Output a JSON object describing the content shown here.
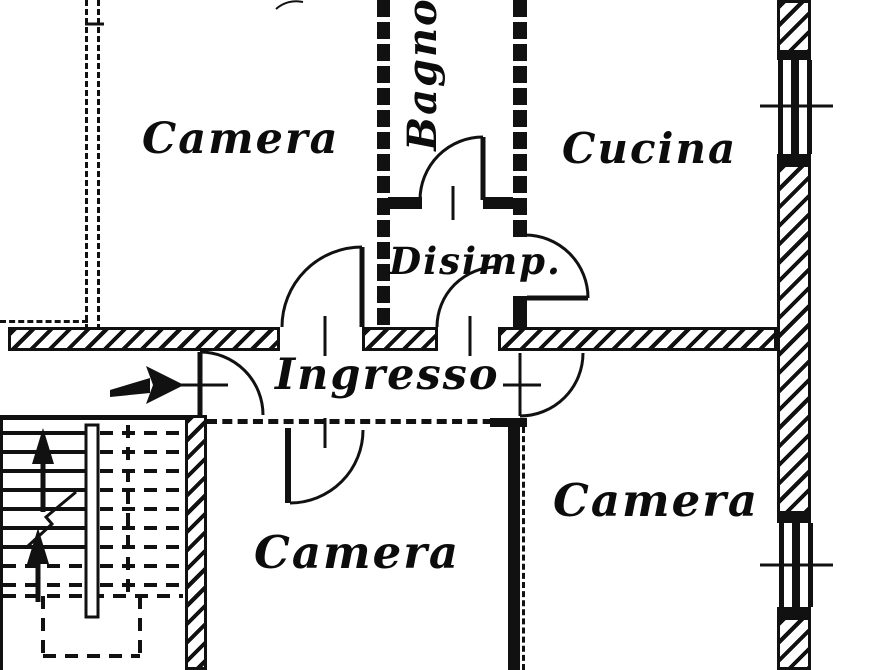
{
  "plan": {
    "type": "apartment-floor-plan",
    "language": "Italian",
    "ink_color": "#111111",
    "background_color": "#ffffff",
    "rooms": [
      {
        "label": "Camera",
        "position": "top-left"
      },
      {
        "label": "Bagno",
        "position": "top-middle",
        "orientation": "vertical"
      },
      {
        "label": "Cucina",
        "position": "top-right"
      },
      {
        "label": "Disimp.",
        "position": "center"
      },
      {
        "label": "Ingresso",
        "position": "central-corridor"
      },
      {
        "label": "Camera",
        "position": "bottom-middle"
      },
      {
        "label": "Camera",
        "position": "bottom-right"
      }
    ],
    "symbols": {
      "entrance_arrow": "entrance-direction-arrow",
      "stairs": "staircase-with-up-arrows",
      "window_count": 2,
      "door_arc_count": 7
    }
  }
}
